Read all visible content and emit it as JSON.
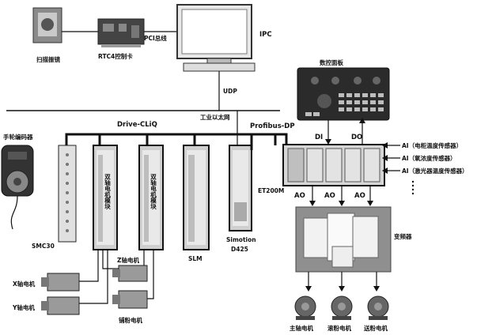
{
  "labels": {
    "scanner": "扫描振镜",
    "rtc4": "RTC4控制卡",
    "pci": "PCI总线",
    "ipc": "IPC",
    "udp": "UDP",
    "ethernet": "工业以太网",
    "drive_cliq": "Drive-CLiQ",
    "profibus": "Profibus-DP",
    "control_panel": "数控面板",
    "di": "DI",
    "do": "DO",
    "handwheel": "手轮编码器",
    "smc30": "SMC30",
    "dual_axis_1": "双轴电机模块",
    "dual_axis_2": "双轴电机模块",
    "slm": "SLM",
    "simotion_1": "Simotion",
    "simotion_2": "D425",
    "et200m": "ET200M",
    "ai_1": "AI（电柜温度传感器）",
    "ai_2": "AI（氧浓度传感器）",
    "ai_3": "AI（激光器温度传感器）",
    "ao_1": "AO",
    "ao_2": "AO",
    "ao_3": "AO",
    "inverter": "变频器",
    "z_motor": "Z轴电机",
    "x_motor": "X轴电机",
    "y_motor": "Y轴电机",
    "powder_motor": "铺粉电机",
    "main_motor": "主轴电机",
    "spread_motor": "滚粉电机",
    "feed_motor": "送粉电机"
  },
  "colors": {
    "line": "#111111",
    "panel": "#2b2b2b",
    "module": "#d9d9d9"
  }
}
